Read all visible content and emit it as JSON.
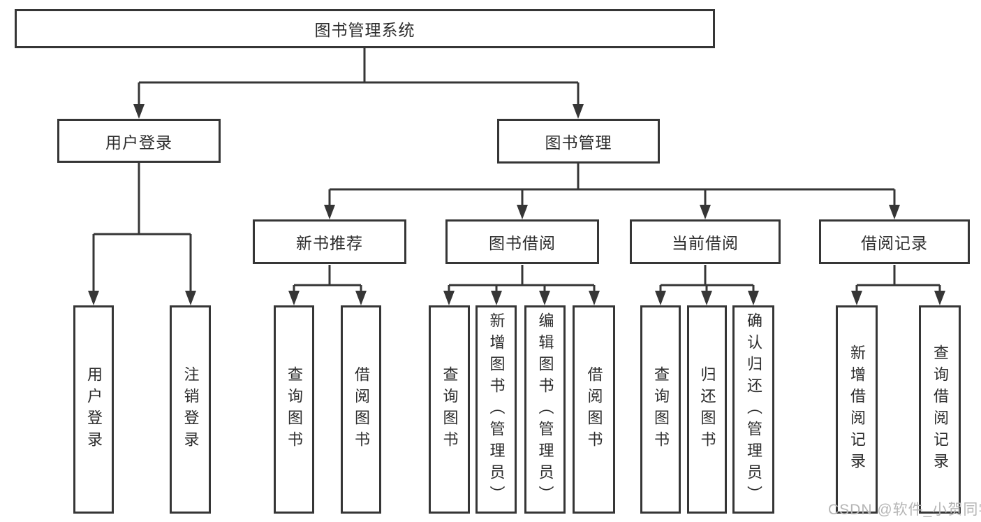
{
  "colors": {
    "line": "#363636",
    "border": "#363636",
    "text": "#2d2d2d",
    "watermark": "#b5b5b5"
  },
  "root": {
    "label": "图书管理系统"
  },
  "nodes": {
    "user_login": {
      "label": "用户登录"
    },
    "book_management": {
      "label": "图书管理"
    },
    "new_book_recommend": {
      "label": "新书推荐"
    },
    "book_borrow": {
      "label": "图书借阅"
    },
    "current_borrow": {
      "label": "当前借阅"
    },
    "borrow_record": {
      "label": "借阅记录"
    }
  },
  "leaves": {
    "user_login": [
      "用户登录",
      "注销登录"
    ],
    "new_book_recommend": [
      "查询图书",
      "借阅图书"
    ],
    "book_borrow": [
      "查询图书",
      "新增图书（管理员）",
      "编辑图书（管理员）",
      "借阅图书"
    ],
    "current_borrow": [
      "查询图书",
      "归还图书",
      "确认归还（管理员）"
    ],
    "borrow_record": [
      "新增借阅记录",
      "查询借阅记录"
    ]
  },
  "watermark": {
    "text": "CSDN @软件_小贺同学"
  }
}
